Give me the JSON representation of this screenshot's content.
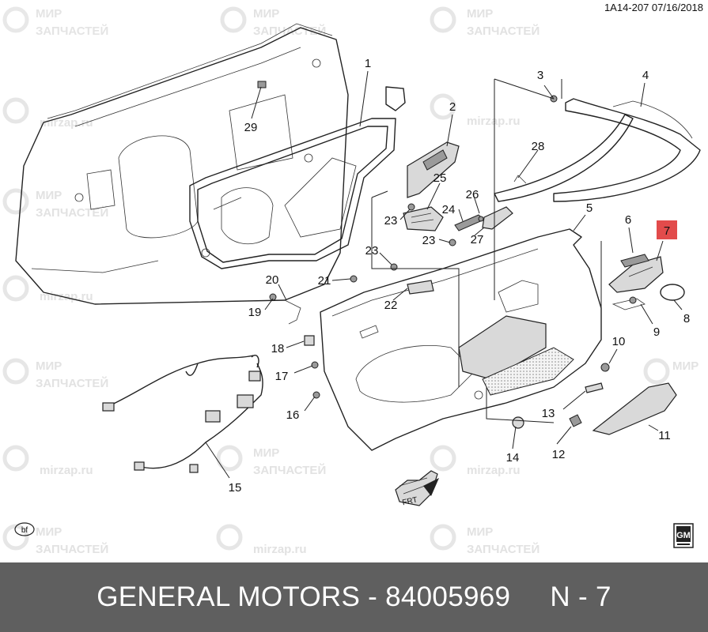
{
  "drawing_ref": "1A14-207  07/16/2018",
  "callouts": [
    {
      "num": "1"
    },
    {
      "num": "2"
    },
    {
      "num": "3"
    },
    {
      "num": "4"
    },
    {
      "num": "5"
    },
    {
      "num": "6"
    },
    {
      "num": "7",
      "highlighted": true
    },
    {
      "num": "8"
    },
    {
      "num": "9"
    },
    {
      "num": "10"
    },
    {
      "num": "11"
    },
    {
      "num": "12"
    },
    {
      "num": "13"
    },
    {
      "num": "14"
    },
    {
      "num": "15"
    },
    {
      "num": "16"
    },
    {
      "num": "17"
    },
    {
      "num": "18"
    },
    {
      "num": "19"
    },
    {
      "num": "20"
    },
    {
      "num": "21"
    },
    {
      "num": "22"
    },
    {
      "num": "23"
    },
    {
      "num": "23"
    },
    {
      "num": "23"
    },
    {
      "num": "24"
    },
    {
      "num": "25"
    },
    {
      "num": "26"
    },
    {
      "num": "27"
    },
    {
      "num": "28"
    },
    {
      "num": "29"
    }
  ],
  "highlight_color": "#e24b4b",
  "front_arrow_label": "FRT",
  "bf_badge": "bf",
  "gm_logo": "GM",
  "watermarks": {
    "cyrillic_line1": "МИР",
    "cyrillic_line2": "ЗАПЧАСТЕЙ",
    "site": "mirzap.ru"
  },
  "footer": {
    "text": "GENERAL MOTORS - 84005969     N - 7",
    "bg_color": "#5f5f5f",
    "text_color": "#ffffff"
  }
}
